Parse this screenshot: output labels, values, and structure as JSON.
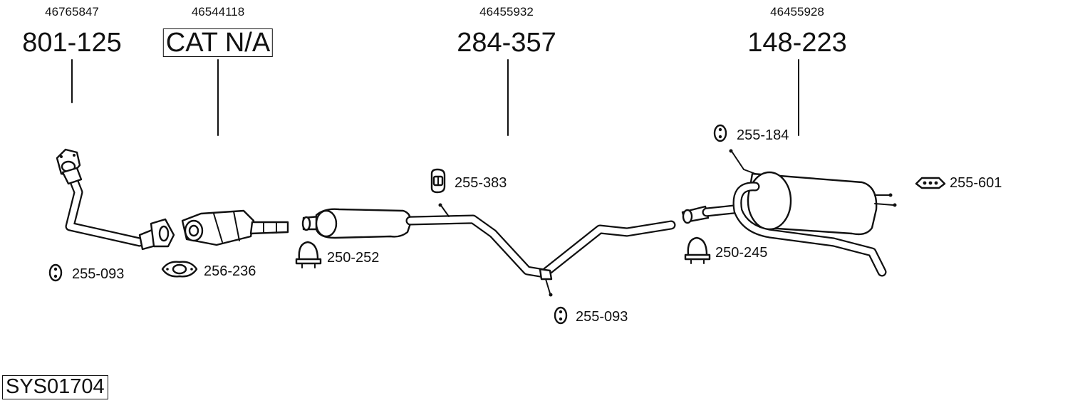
{
  "diagram": {
    "system_id": "SYS01704",
    "parts": [
      {
        "oe": "46765847",
        "code": "801-125"
      },
      {
        "oe": "46544118",
        "code": "CAT N/A"
      },
      {
        "oe": "46455932",
        "code": "284-357"
      },
      {
        "oe": "46455928",
        "code": "148-223"
      }
    ],
    "fittings": {
      "rubber_front": "255-093",
      "gasket": "256-236",
      "clamp_front": "250-252",
      "mount_mid": "255-383",
      "rubber_mid": "255-093",
      "rubber_rear": "255-184",
      "clamp_rear": "250-245",
      "bracket_rear": "255-601"
    }
  }
}
